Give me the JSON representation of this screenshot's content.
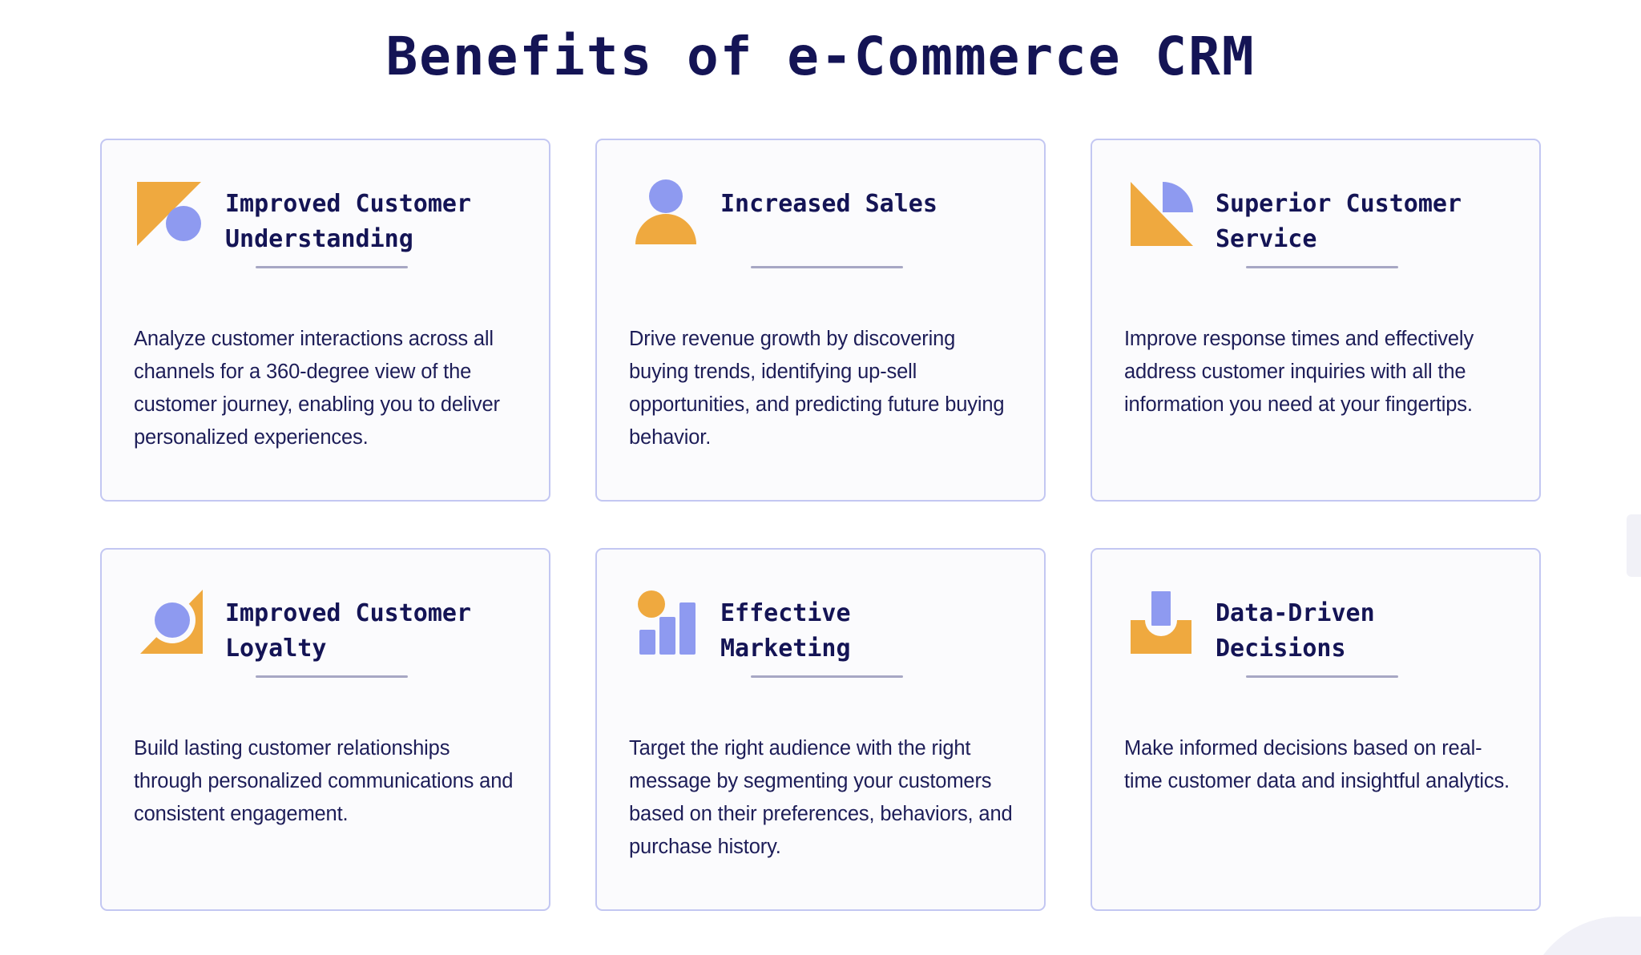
{
  "page": {
    "title": "Benefits of e-Commerce CRM",
    "background_color": "#ffffff",
    "title_color": "#141455",
    "accent_orange": "#efa93f",
    "accent_periwinkle": "#8e9af0",
    "card_background": "#fbfbfd",
    "card_border_color": "#c3c7f2",
    "divider_color": "#a7a7c4",
    "body_text_color": "#1d1d58"
  },
  "cards": [
    {
      "icon_name": "triangle-circle-icon",
      "title": "Improved Customer Understanding",
      "body": "Analyze customer interactions across all channels for a 360-degree view of the customer journey, enabling you to deliver personalized experiences."
    },
    {
      "icon_name": "person-icon",
      "title": "Increased Sales",
      "body": "Drive revenue growth by discovering buying trends, identifying up-sell opportunities, and predicting future buying behavior."
    },
    {
      "icon_name": "triangle-quarter-circle-icon",
      "title": "Superior Customer Service",
      "body": "Improve response times and effectively address customer inquiries with all the information you need at your fingertips."
    },
    {
      "icon_name": "triangle-ring-circle-icon",
      "title": "Improved Customer Loyalty",
      "body": "Build lasting customer relationships through personalized communications and consistent engagement."
    },
    {
      "icon_name": "bar-chart-icon",
      "title": "Effective Marketing",
      "body": "Target the right audience with the right message by segmenting your customers based on their preferences, behaviors, and purchase history."
    },
    {
      "icon_name": "inbox-download-icon",
      "title": "Data-Driven Decisions",
      "body": "Make informed decisions based on real-time customer data and insightful analytics."
    }
  ]
}
